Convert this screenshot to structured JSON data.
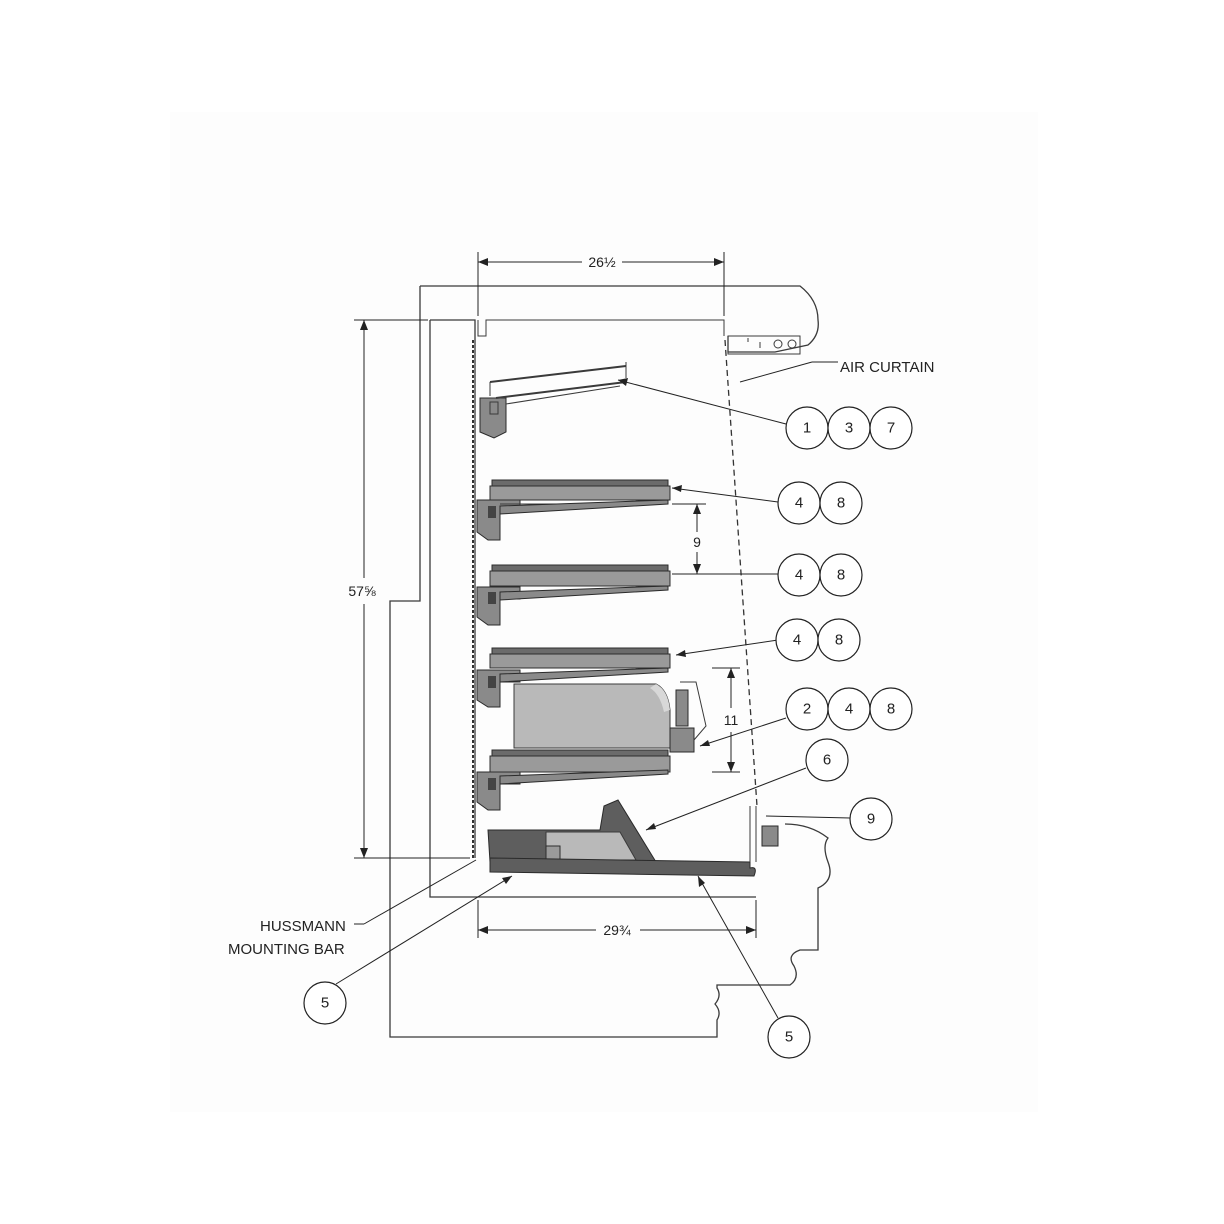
{
  "diagram": {
    "dimensions": {
      "top_width": "26½",
      "height": "57⅝",
      "bottom_width": "29¾",
      "shelf_spacing": "9",
      "lower_spacing": "11"
    },
    "labels": {
      "air_curtain": "AIR CURTAIN",
      "mounting_bar_line1": "HUSSMANN",
      "mounting_bar_line2": "MOUNTING BAR"
    },
    "callouts": [
      {
        "id": "callout-top-shelf",
        "numbers": [
          "1",
          "3",
          "7"
        ]
      },
      {
        "id": "callout-shelf-1",
        "numbers": [
          "4",
          "8"
        ]
      },
      {
        "id": "callout-shelf-2",
        "numbers": [
          "4",
          "8"
        ]
      },
      {
        "id": "callout-shelf-3",
        "numbers": [
          "4",
          "8"
        ]
      },
      {
        "id": "callout-tray",
        "numbers": [
          "2",
          "4",
          "8"
        ]
      },
      {
        "id": "callout-deck-rack",
        "numbers": [
          "6"
        ]
      },
      {
        "id": "callout-front",
        "numbers": [
          "9"
        ]
      },
      {
        "id": "callout-left-base",
        "numbers": [
          "5"
        ]
      },
      {
        "id": "callout-right-base",
        "numbers": [
          "5"
        ]
      }
    ]
  }
}
